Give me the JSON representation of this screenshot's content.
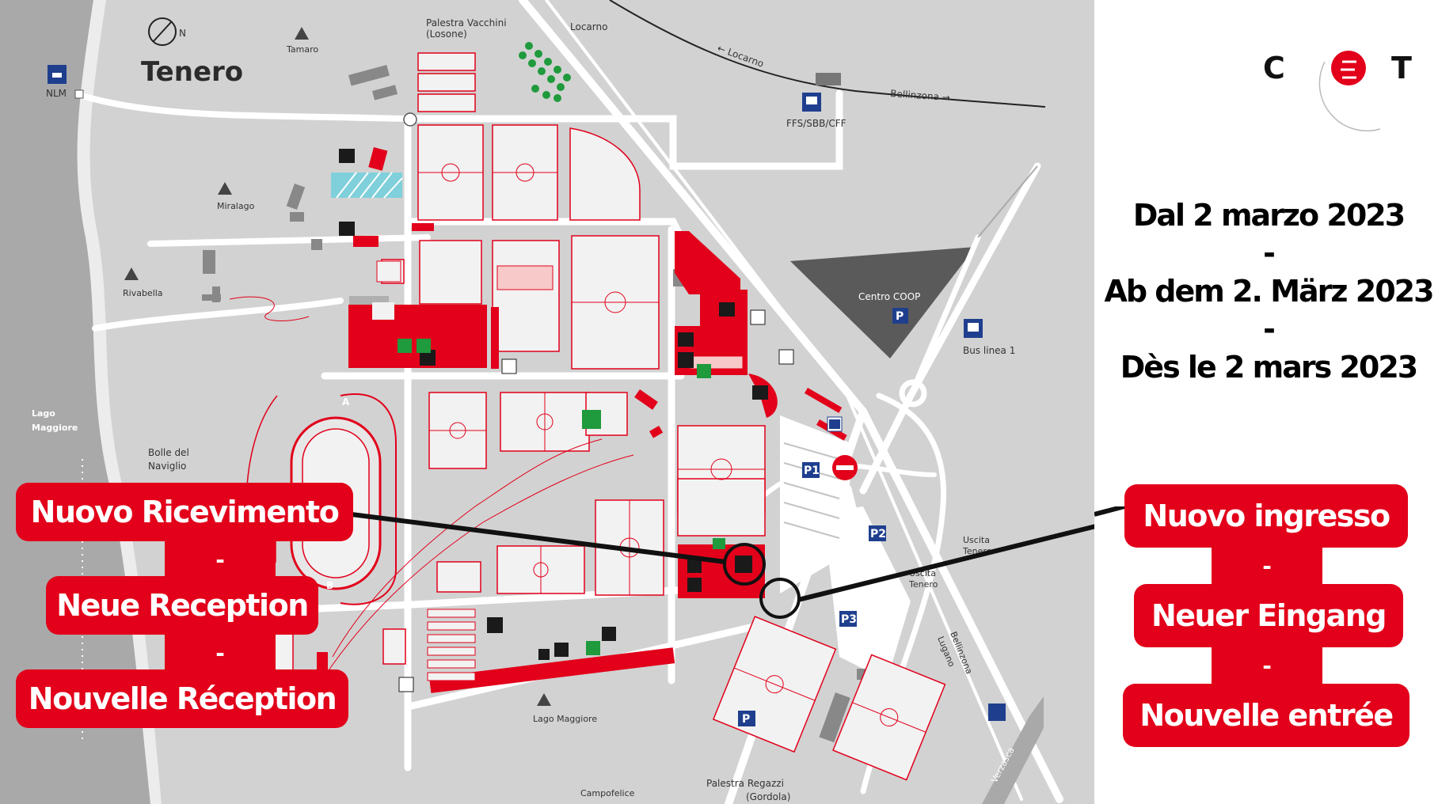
{
  "map": {
    "title": "Tenero",
    "north": "N",
    "places": {
      "palestra_vacchini": "Palestra Vacchini",
      "losone": "(Losone)",
      "locarno_top": "Locarno",
      "locarno_arrow": "← Locarno",
      "bellinzona_arrow": "Bellinzona →",
      "tamaro": "Tamaro",
      "nlm": "NLM",
      "ffs": "FFS/SBB/CFF",
      "miralago": "Miralago",
      "rivabella": "Rivabella",
      "centro_coop": "Centro COOP",
      "bus_linea": "Bus linea 1",
      "lago_maggiore_1": "Lago",
      "lago_maggiore_2": "Maggiore",
      "bolle_1": "Bolle del",
      "bolle_2": "Naviglio",
      "uscita_1": "Uscita",
      "uscita_2": "Tenero",
      "uscita_tenero_1": "Uscita",
      "uscita_tenero_2": "Tenero",
      "bellinzona_lugano": "Bellinzona",
      "lugano": "Lugano",
      "lago_maggiore_camp": "Lago Maggiore",
      "campofelice": "Campofelice",
      "palestra_regazzi": "Palestra Regazzi",
      "gordola": "(Gordola)",
      "verzasca": "Verzasca",
      "zone_a": "A",
      "zone_b": "B",
      "p1": "P1",
      "p2": "P2",
      "p3": "P3",
      "p": "P"
    }
  },
  "callouts": {
    "left": [
      "Nuovo Ricevimento",
      "Neue Reception",
      "Nouvelle Réception"
    ],
    "right": [
      "Nuovo ingresso",
      "Neuer Eingang",
      "Nouvelle entrée"
    ],
    "separator": "-"
  },
  "dates": [
    "Dal 2 marzo 2023",
    "-",
    "Ab dem 2. März 2023",
    "-",
    "Dès le 2 mars 2023"
  ],
  "logo": {
    "letters": [
      "C",
      "T"
    ]
  },
  "colors": {
    "accent": "#e2001a",
    "map_bg": "#d2d2d2",
    "road": "#ffffff",
    "lake": "#a9a9a9",
    "coop": "#5a5a5a"
  }
}
